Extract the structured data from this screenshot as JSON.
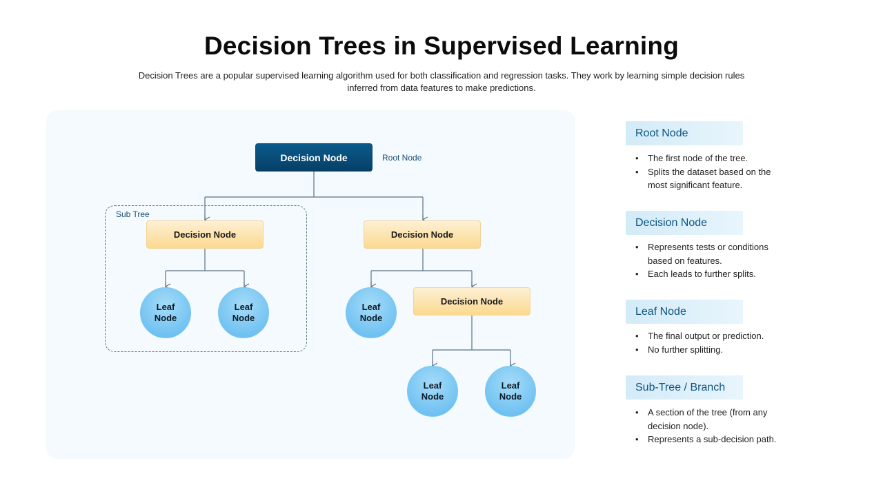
{
  "title": "Decision Trees in Supervised Learning",
  "subtitle": "Decision Trees are a popular supervised learning algorithm used for both classification and regression tasks. They work by learning simple decision rules inferred from data features to make predictions.",
  "diagram": {
    "root_node": "Decision Node",
    "root_label": "Root Node",
    "subtree_label": "Sub Tree",
    "left_decision": "Decision Node",
    "right_decision": "Decision Node",
    "nested_decision": "Decision Node",
    "leaves": [
      "Leaf Node",
      "Leaf Node",
      "Leaf Node",
      "Leaf Node",
      "Leaf Node"
    ]
  },
  "sidebar": [
    {
      "heading": "Root Node",
      "bullets": [
        "The first node of the tree.",
        "Splits the dataset based on the most significant feature."
      ]
    },
    {
      "heading": "Decision Node",
      "bullets": [
        "Represents tests or conditions based on features.",
        "Each leads to further splits."
      ]
    },
    {
      "heading": "Leaf Node",
      "bullets": [
        "The final output or prediction.",
        "No further splitting."
      ]
    },
    {
      "heading": "Sub-Tree / Branch",
      "bullets": [
        "A section of the tree (from any decision node).",
        "Represents a sub-decision path."
      ]
    }
  ]
}
